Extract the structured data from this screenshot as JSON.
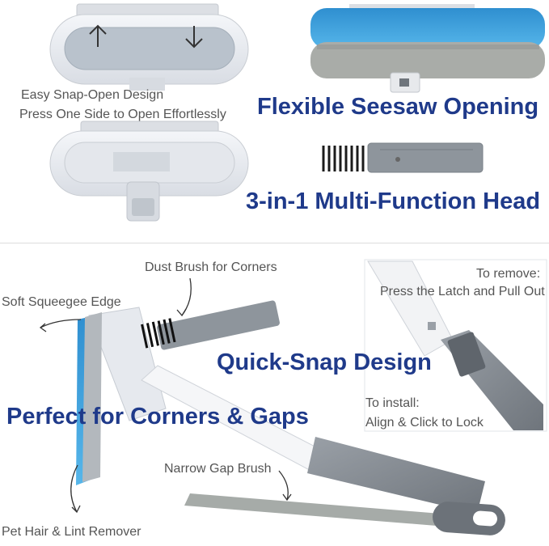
{
  "top": {
    "snap_open_title": "Easy Snap-Open Design",
    "snap_open_sub": "Press One Side to Open Effortlessly",
    "seesaw_heading": "Flexible Seesaw Opening",
    "multi_head_heading": "3-in-1 Multi-Function Head"
  },
  "bottom": {
    "dust_brush_label": "Dust Brush for Corners",
    "squeegee_label": "Soft Squeegee Edge",
    "remove_title": "To remove:",
    "remove_sub": "Press the Latch and Pull Out",
    "quick_snap_heading": "Quick-Snap Design",
    "install_title": "To install:",
    "install_sub": "Align & Click to Lock",
    "corners_heading": "Perfect for Corners & Gaps",
    "gap_brush_label": "Narrow Gap Brush",
    "lint_label": "Pet Hair & Lint Remover"
  },
  "colors": {
    "heading_blue": "#1f3a8a",
    "caption_gray": "#555555",
    "lint_blue": "#3aa6df",
    "plastic_white": "#eef0f4",
    "handle_gray": "#8a9097"
  }
}
